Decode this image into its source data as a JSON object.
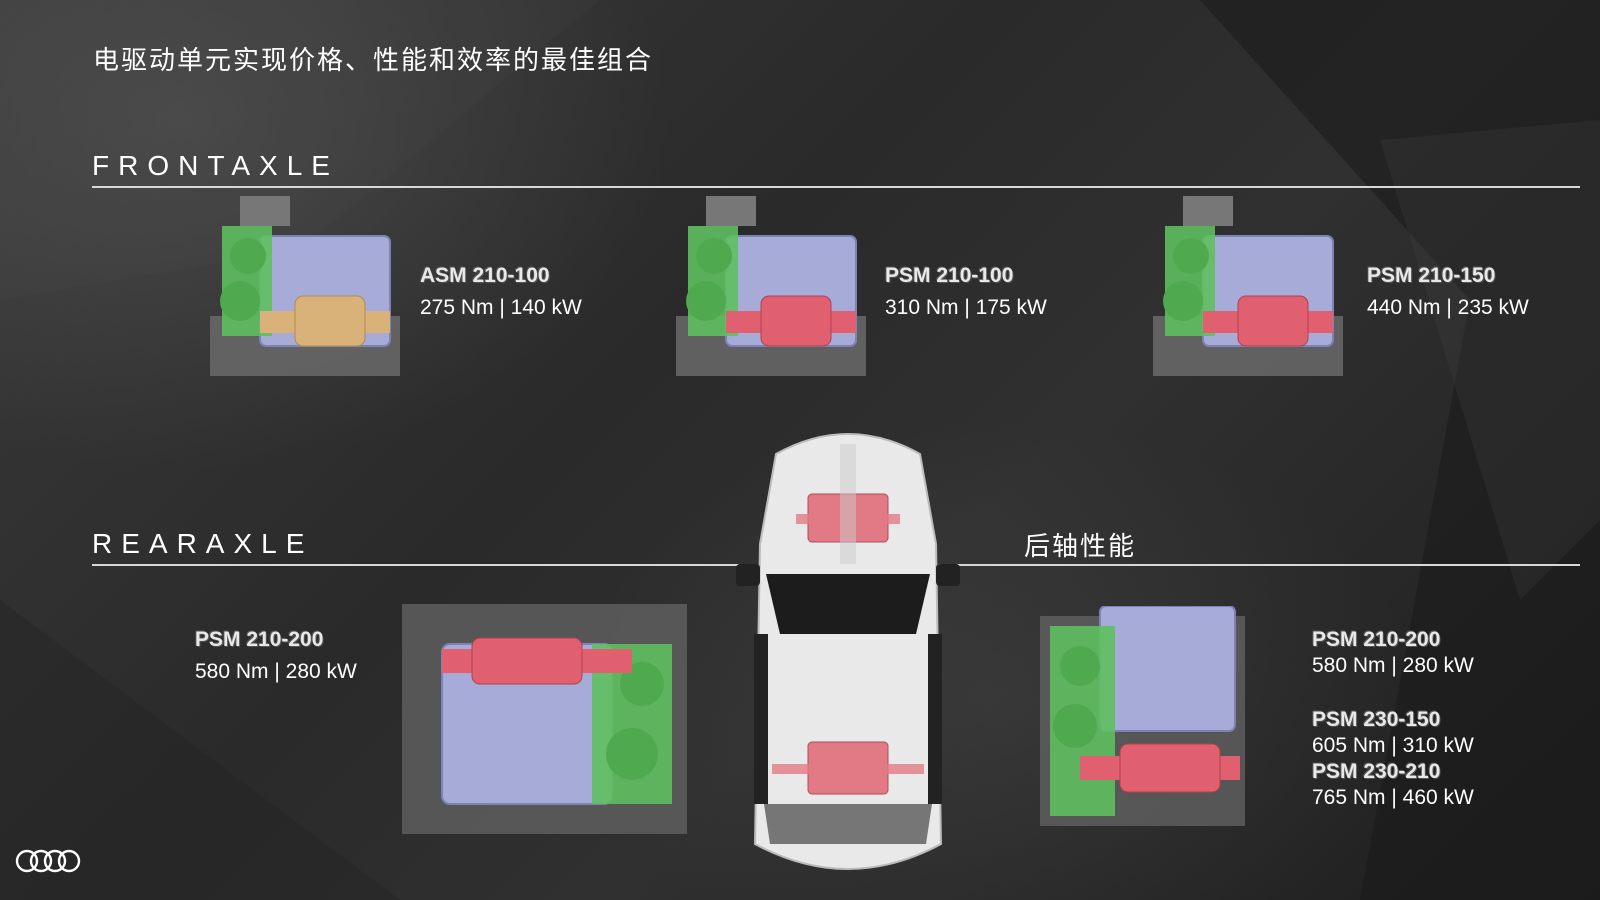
{
  "slide": {
    "title": "电驱动单元实现价格、性能和效率的最佳组合"
  },
  "front_axle": {
    "label": "FRONTAXLE",
    "units": [
      {
        "name": "ASM 210-100",
        "spec": "275 Nm | 140 kW",
        "motor_color": "#d9b27a"
      },
      {
        "name": "PSM 210-100",
        "spec": "310 Nm | 175 kW",
        "motor_color": "#e06070"
      },
      {
        "name": "PSM 210-150",
        "spec": "440 Nm | 235 kW",
        "motor_color": "#e06070"
      }
    ]
  },
  "rear_axle": {
    "label": "REARAXLE",
    "performance_label": "后轴性能",
    "left_unit": {
      "name": "PSM 210-200",
      "spec": "580 Nm | 280 kW"
    },
    "right_units": [
      {
        "name": "PSM 210-200",
        "spec": "580 Nm | 280 kW"
      },
      {
        "name": "PSM 230-150",
        "spec": "605 Nm | 310 kW"
      },
      {
        "name": "PSM 230-210",
        "spec": "765 Nm | 460 kW"
      }
    ]
  },
  "colors": {
    "housing": "#a7abd8",
    "gear": "#5fbf5f",
    "motor_red": "#e06070",
    "motor_gold": "#d9b27a",
    "frame": "#6a6a6a"
  },
  "logo": {
    "icon": "four-rings-logo"
  }
}
